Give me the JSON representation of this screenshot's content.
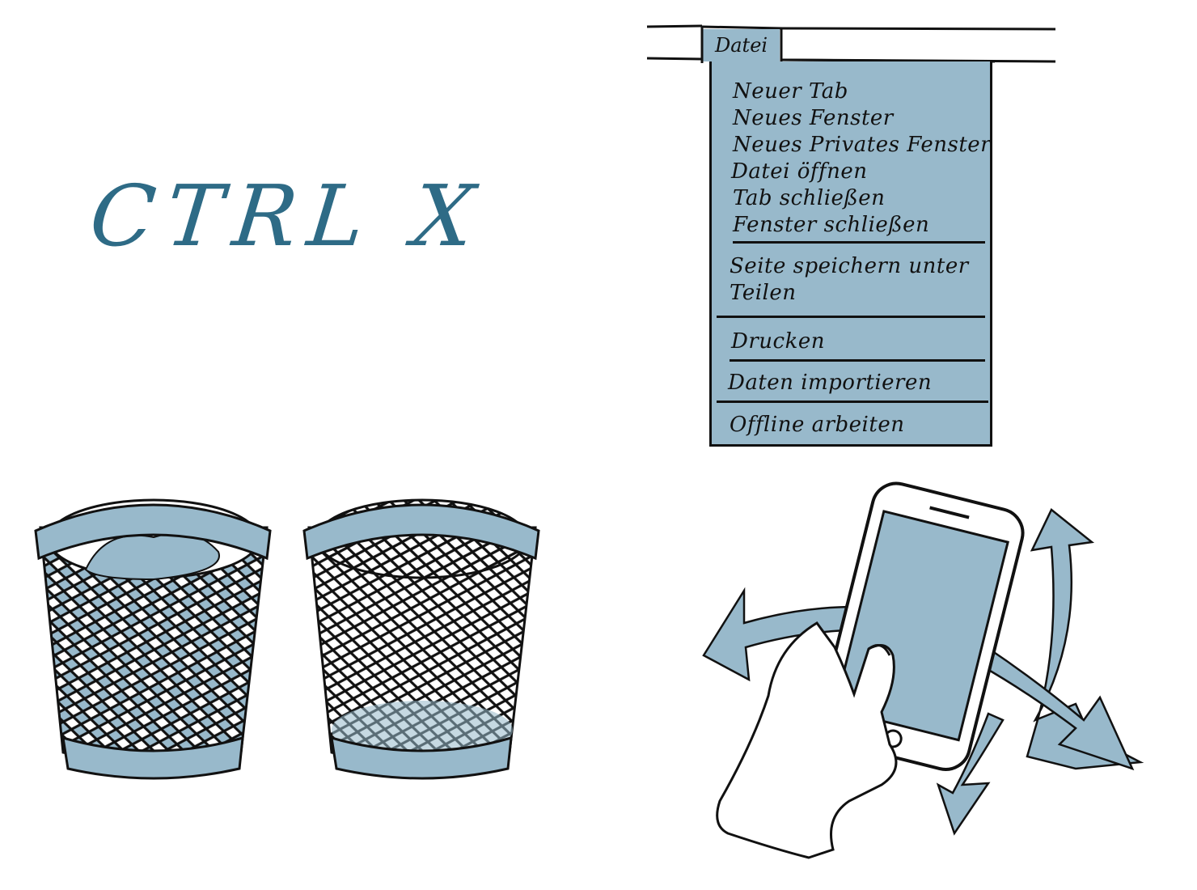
{
  "shortcut": {
    "label": "CTRL X"
  },
  "menu": {
    "tab_label": "Datei",
    "groups": [
      [
        "Neuer Tab",
        "Neues Fenster",
        "Neues Privates Fenster",
        "Datei öffnen",
        "Tab schließen",
        "Fenster schließen"
      ],
      [
        "Seite speichern unter",
        "Teilen"
      ],
      [
        "Drucken"
      ],
      [
        "Daten importieren"
      ],
      [
        "Offline arbeiten"
      ]
    ]
  },
  "colors": {
    "accent": "#98b9cb",
    "text_accent": "#2e6b86",
    "ink": "#111111"
  },
  "illustrations": {
    "left": "full-trash-bin-icon",
    "right": "empty-trash-bin-icon",
    "phone": "phone-rotate-icon"
  }
}
